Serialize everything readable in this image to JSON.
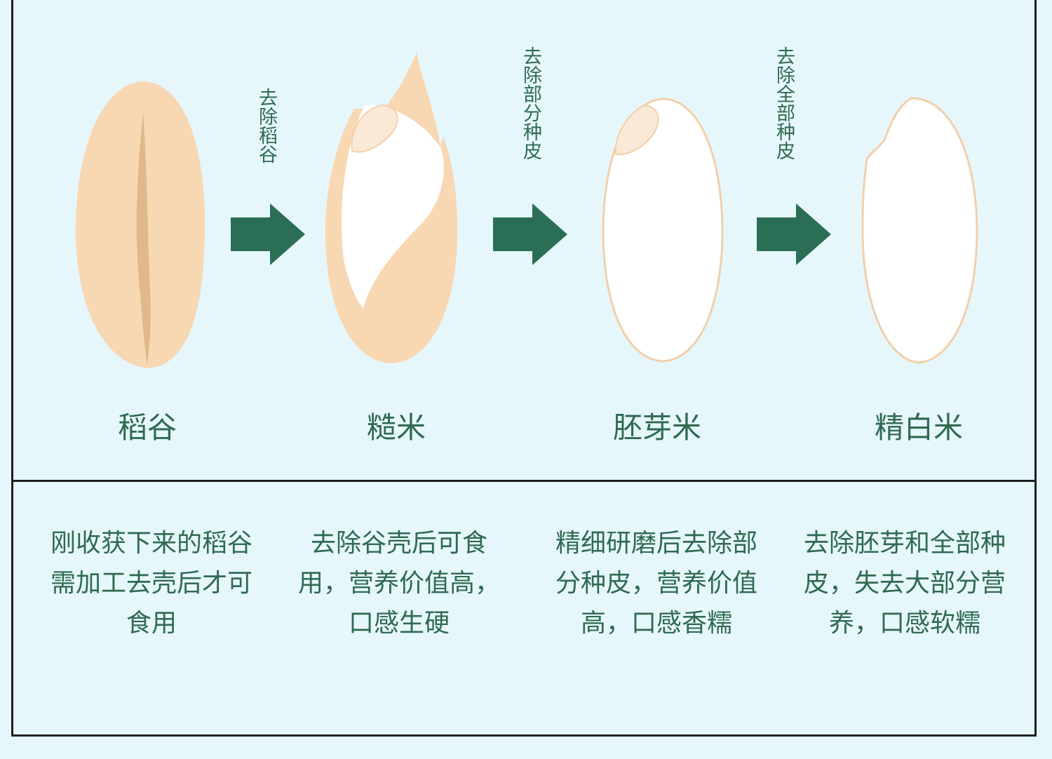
{
  "colors": {
    "background": "#e6f7fb",
    "text_green": "#2f6a52",
    "arrow_green": "#2a6e56",
    "hull": "#f8d7b3",
    "hull_crease": "#dfb98c",
    "kernel_white": "#ffffff",
    "outline": "#f3cfa9",
    "border": "#1e1e1e"
  },
  "stages": [
    {
      "name": "稻谷",
      "icon": "paddy-grain-icon",
      "description": "刚收获下来的稻谷需加工去壳后才可食用"
    },
    {
      "name": "糙米",
      "icon": "brown-rice-icon",
      "description": "去除谷壳后可食用，营养价值高，口感生硬"
    },
    {
      "name": "胚芽米",
      "icon": "germ-rice-icon",
      "description": "精细研磨后去除部分种皮，营养价值高，口感香糯"
    },
    {
      "name": "精白米",
      "icon": "white-rice-icon",
      "description": "去除胚芽和全部种皮，失去大部分营养，口感软糯"
    }
  ],
  "steps": [
    {
      "label": "去除稻谷",
      "icon": "right-arrow-icon"
    },
    {
      "label": "去除部分种皮",
      "icon": "right-arrow-icon"
    },
    {
      "label": "去除全部种皮",
      "icon": "right-arrow-icon"
    }
  ]
}
